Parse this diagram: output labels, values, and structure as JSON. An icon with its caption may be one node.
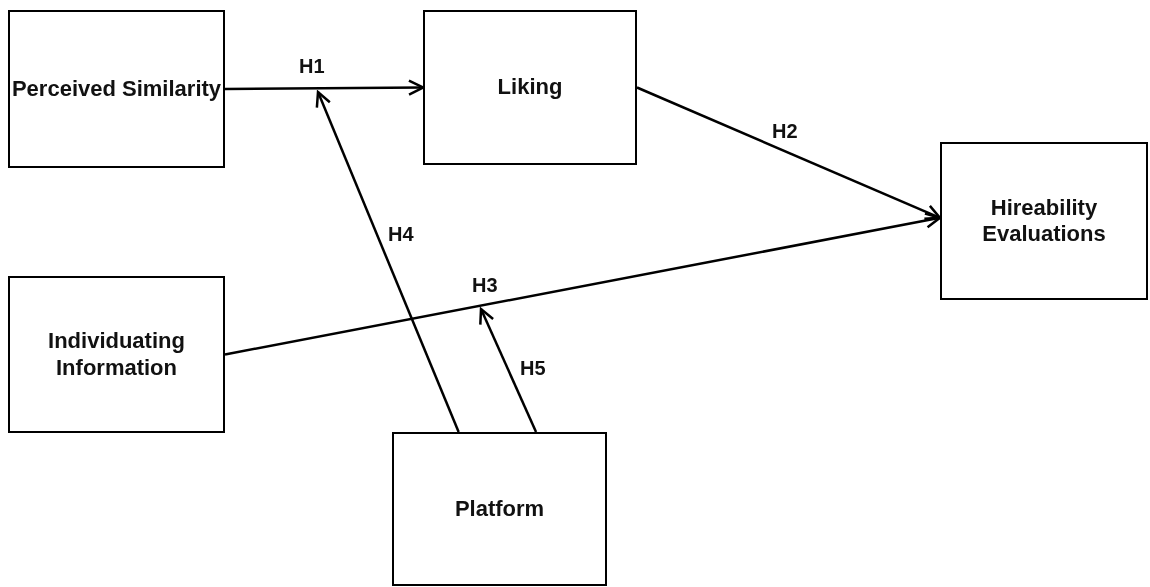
{
  "diagram": {
    "nodes": [
      {
        "text": [
          "Perceived Similarity"
        ]
      },
      {
        "text": [
          "Liking"
        ]
      },
      {
        "text": [
          "Hireability Evaluations"
        ]
      },
      {
        "text": [
          "Individuating Information"
        ]
      },
      {
        "text": [
          "Platform"
        ]
      }
    ],
    "edges": [
      {
        "from": 0,
        "to": 1,
        "arrow": "to",
        "label": "H1"
      },
      {
        "from": 1,
        "to": 2,
        "arrow": "to",
        "label": "H2"
      },
      {
        "from": 3,
        "to": 2,
        "arrow": "to",
        "label": "H3"
      },
      {
        "from": 4,
        "to": null,
        "arrow": "to",
        "label": "H4"
      },
      {
        "from": 4,
        "to": null,
        "arrow": "to",
        "label": "H5"
      }
    ]
  }
}
